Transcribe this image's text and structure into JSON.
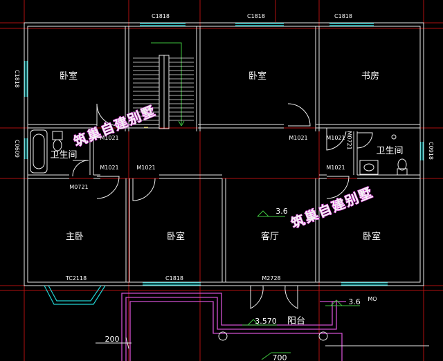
{
  "rooms": {
    "bedroom_top_left": "卧室",
    "bedroom_top_mid": "卧室",
    "study": "书房",
    "bath_left": "卫生间",
    "bath_right": "卫生间",
    "master_bedroom": "主卧",
    "bedroom_bottom_mid": "卧室",
    "living_room": "客厅",
    "bedroom_bottom_right": "卧室",
    "balcony": "阳台"
  },
  "window_codes": {
    "top_1": "C1818",
    "top_2": "C1818",
    "top_3": "C1818",
    "left_1": "C1818",
    "left_2": "C0609",
    "right_1": "C0918",
    "bottom_mid": "C1818",
    "bay": "TC2118",
    "mo": "MO"
  },
  "door_codes": {
    "d1": "M1021",
    "d2": "M1021",
    "d3": "M1021",
    "d4": "M1021",
    "d5": "M1021",
    "d6": "M1021",
    "d7": "M0721",
    "d8": "M0721",
    "d9": "M2728"
  },
  "elevations": {
    "living": "3.6",
    "balcony_side": "3.6",
    "balcony": "3.570",
    "bottom": "200",
    "bottom_right": "700"
  },
  "watermarks": [
    "筑巢自建别墅",
    "筑巢自建别墅"
  ],
  "colors": {
    "wall": "#e8e8e8",
    "window": "#22d3d3",
    "door": "#f0f0f0",
    "stair": "#3ec33e",
    "terrace": "#d050d0",
    "grid": "#b01010",
    "dim_green": "#3ec33e"
  }
}
